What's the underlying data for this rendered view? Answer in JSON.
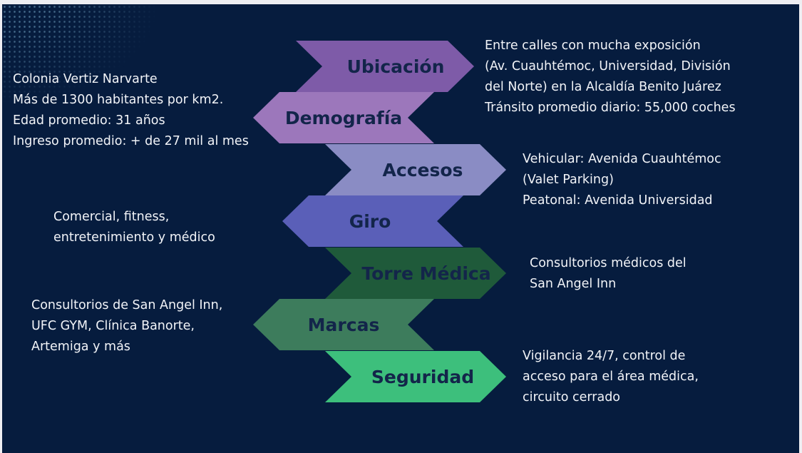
{
  "colors": {
    "background": "#061c3e",
    "chevron_text": "#13254a",
    "description_text": "#f2f4f8"
  },
  "diagram": {
    "steps": [
      {
        "label": "Ubicación",
        "direction": "right",
        "color": "#7e5ba8",
        "description": [
          "Entre calles con mucha exposición",
          "(Av. Cuauhtémoc, Universidad, División",
          "del Norte) en la Alcaldía Benito Juárez",
          "Tránsito promedio diario: 55,000 coches"
        ]
      },
      {
        "label": "Demografía",
        "direction": "left",
        "color": "#9c77bb",
        "description": [
          "Colonia Vertiz Narvarte",
          "Más de 1300 habitantes por km2.",
          "Edad promedio: 31 años",
          "Ingreso promedio: + de 27 mil al mes"
        ]
      },
      {
        "label": "Accesos",
        "direction": "right",
        "color": "#8a8cc4",
        "description": [
          "Vehicular: Avenida Cuauhtémoc",
          "(Valet Parking)",
          "Peatonal: Avenida Universidad"
        ]
      },
      {
        "label": "Giro",
        "direction": "left",
        "color": "#5a5fb8",
        "description": [
          "Comercial, fitness,",
          "entretenimiento y médico"
        ]
      },
      {
        "label": "Torre Médica",
        "direction": "right",
        "color": "#1f5a3a",
        "description": [
          "Consultorios médicos del",
          "San Angel Inn"
        ]
      },
      {
        "label": "Marcas",
        "direction": "left",
        "color": "#3d7c5c",
        "description": [
          "Consultorios de San Angel Inn,",
          "UFC GYM, Clínica Banorte,",
          "Artemiga y más"
        ]
      },
      {
        "label": "Seguridad",
        "direction": "right",
        "color": "#3dbf7c",
        "description": [
          "Vigilancia 24/7, control de",
          "acceso para el área médica,",
          "circuito cerrado"
        ]
      }
    ]
  }
}
